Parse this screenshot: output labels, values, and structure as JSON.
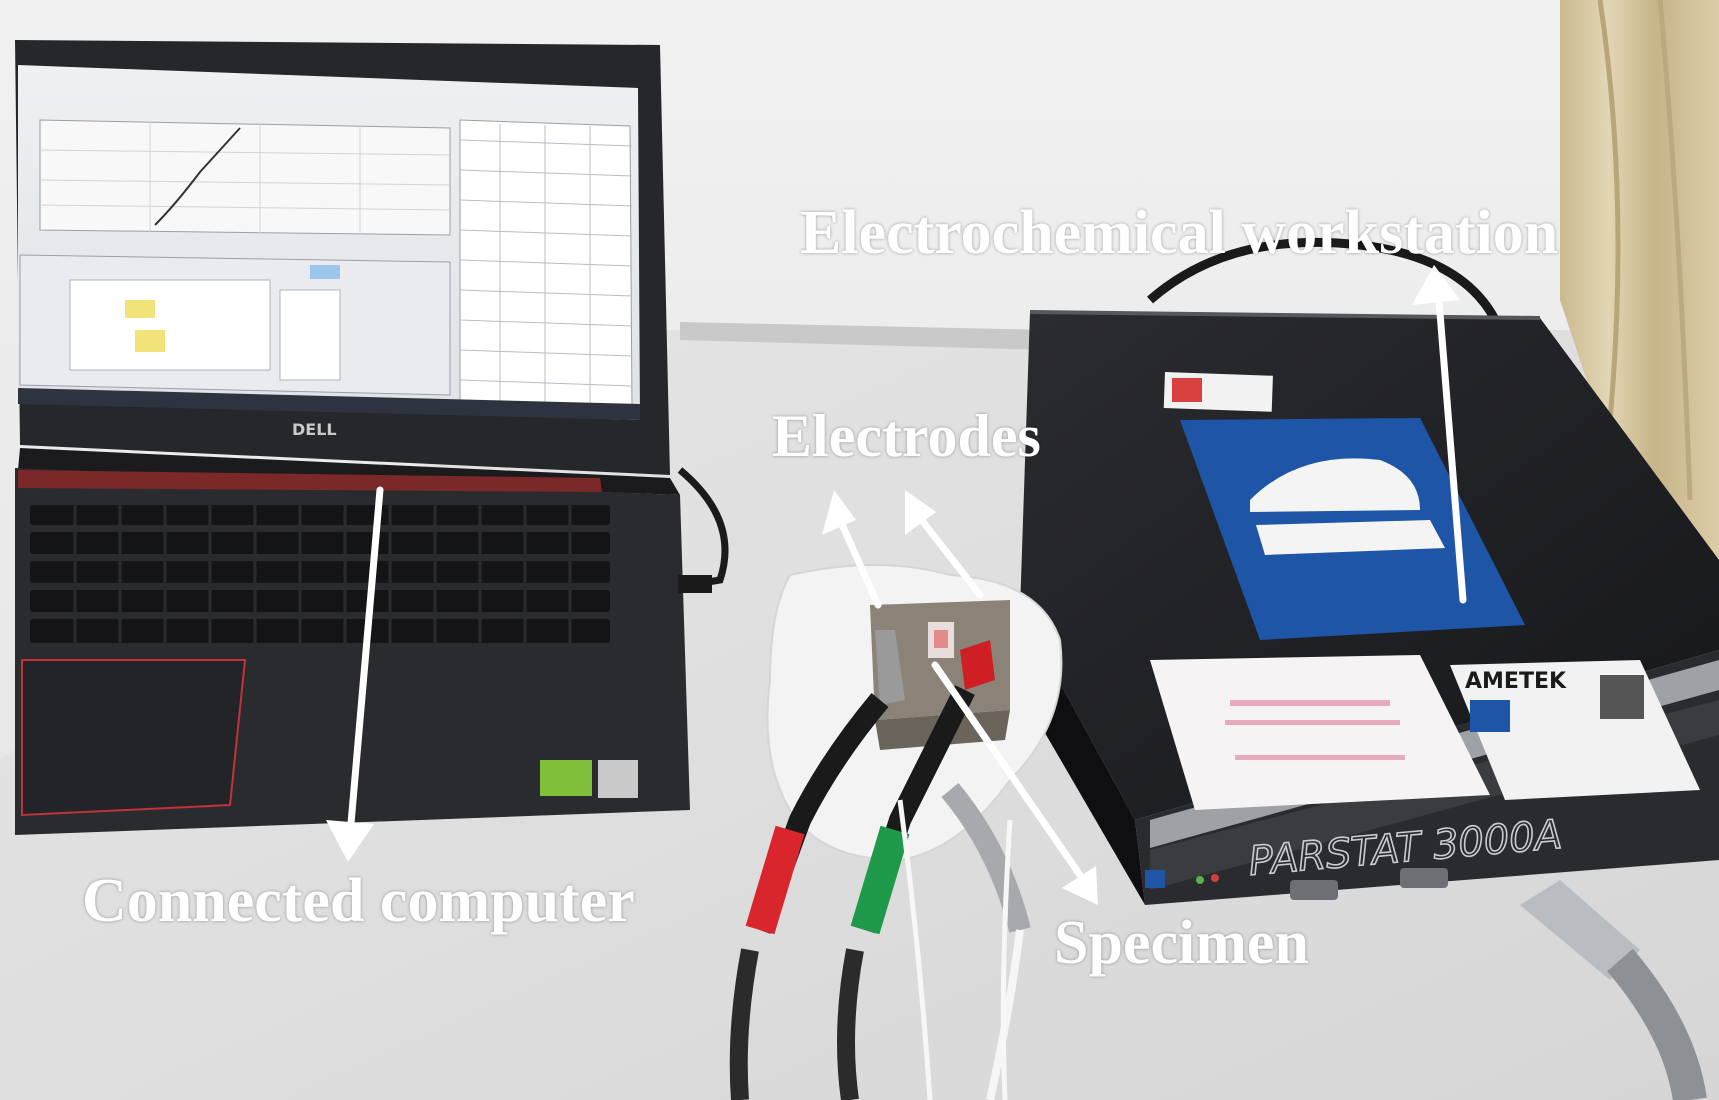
{
  "labels": {
    "workstation": "Electrochemical workstation",
    "electrodes": "Electrodes",
    "computer": "Connected computer",
    "specimen": "Specimen"
  },
  "device": {
    "laptop_brand": "DELL",
    "instrument_model": "PARSTAT 3000A",
    "instrument_brand": "AMETEK"
  },
  "colors": {
    "background_wall": "#e9e9e9",
    "desk": "#e2e2e2",
    "laptop_body": "#25262a",
    "instrument_body": "#1c1d20",
    "instrument_logo_blue": "#1f55a6",
    "annotation": "#ffffff",
    "lead_red": "#d9262c",
    "lead_green": "#1f9a4a",
    "curtain": "#d8c9a2"
  },
  "icons": [
    "arrow-icon",
    "laptop-illustration",
    "instrument-illustration",
    "electrode-leads-illustration"
  ]
}
